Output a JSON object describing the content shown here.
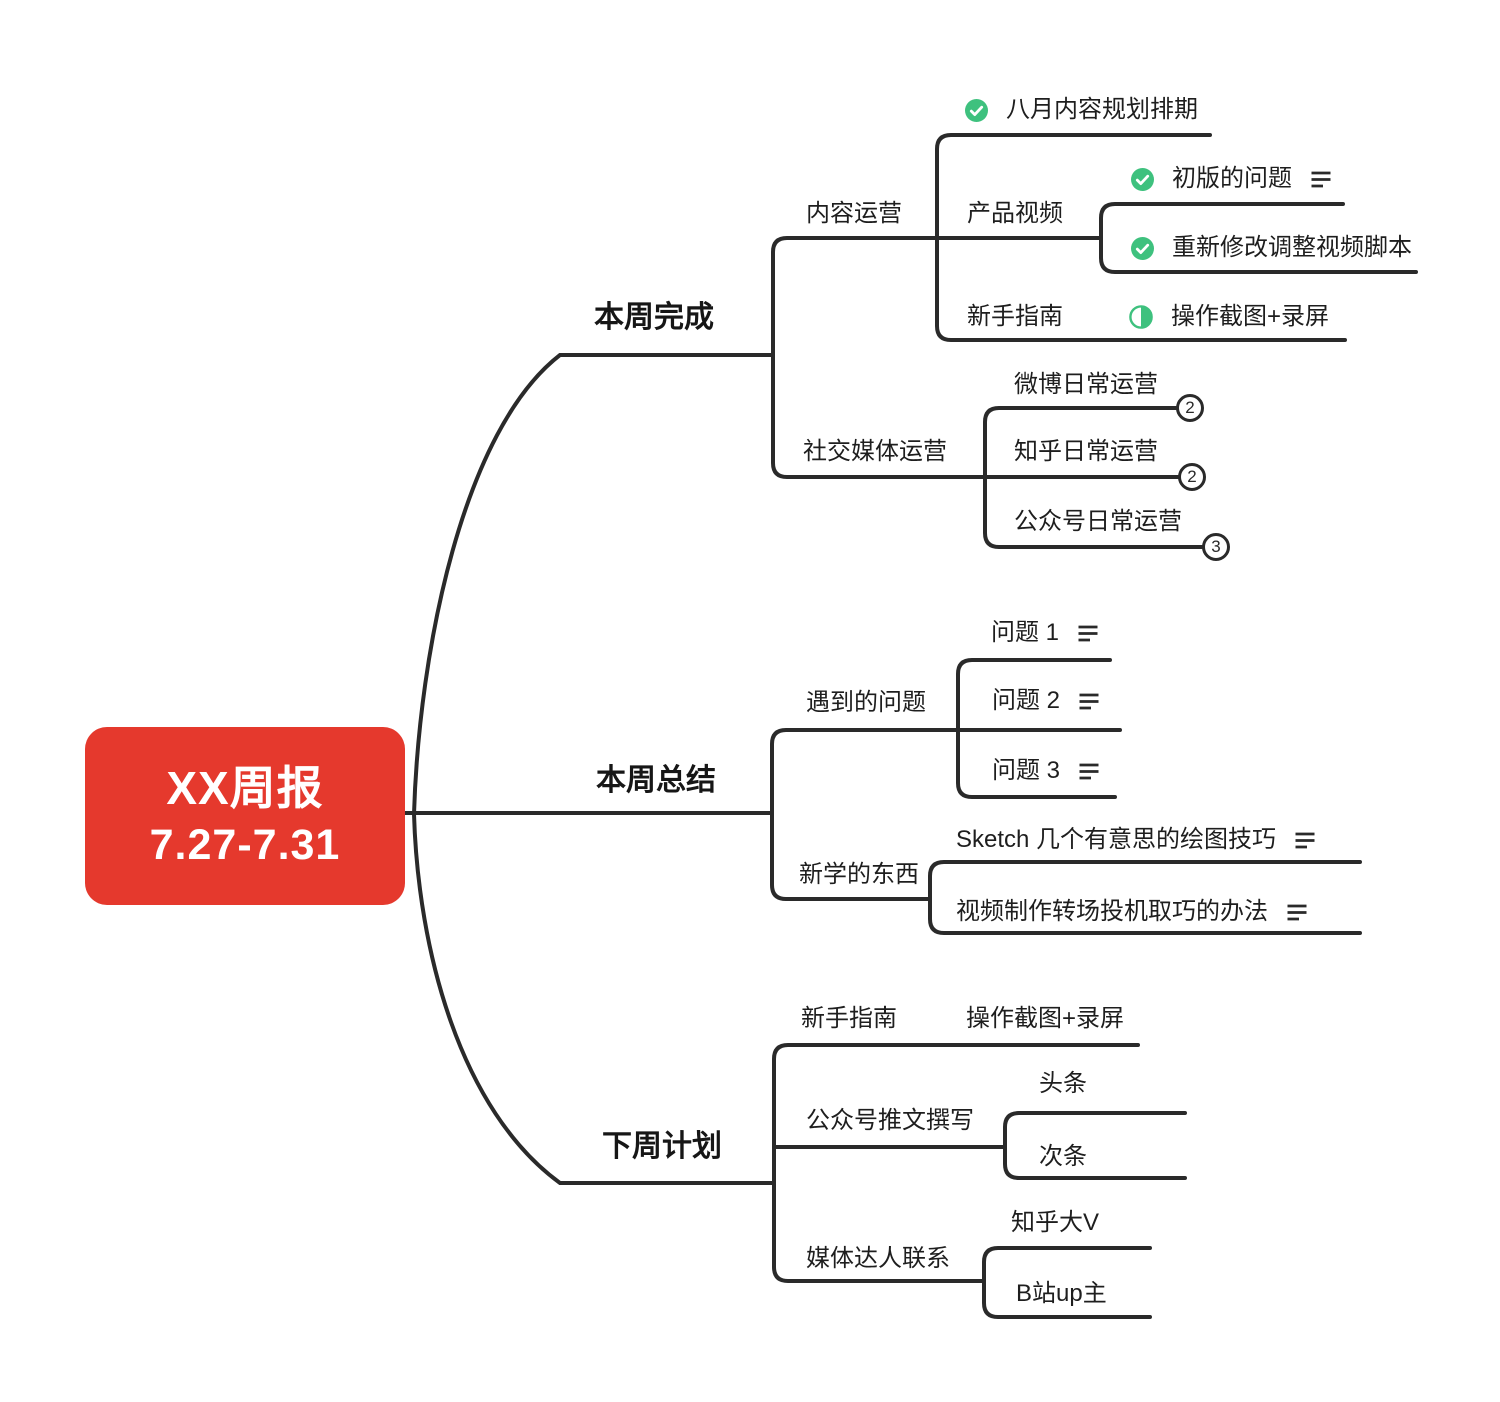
{
  "root": {
    "title": "XX周报",
    "subtitle": "7.27-7.31"
  },
  "branches": [
    {
      "label": "本周完成",
      "children": [
        {
          "label": "内容运营",
          "children": [
            {
              "label": "八月内容规划排期",
              "icon": "check-icon"
            },
            {
              "label": "产品视频",
              "children": [
                {
                  "label": "初版的问题",
                  "icon": "check-icon",
                  "has_notes": true
                },
                {
                  "label": "重新修改调整视频脚本",
                  "icon": "check-icon"
                }
              ]
            },
            {
              "label": "新手指南",
              "children": [
                {
                  "label": "操作截图+录屏",
                  "icon": "progress-half-icon"
                }
              ]
            }
          ]
        },
        {
          "label": "社交媒体运营",
          "children": [
            {
              "label": "微博日常运营",
              "badge": "2"
            },
            {
              "label": "知乎日常运营",
              "badge": "2"
            },
            {
              "label": "公众号日常运营",
              "badge": "3"
            }
          ]
        }
      ]
    },
    {
      "label": "本周总结",
      "children": [
        {
          "label": "遇到的问题",
          "children": [
            {
              "label": "问题 1",
              "has_notes": true
            },
            {
              "label": "问题 2",
              "has_notes": true
            },
            {
              "label": "问题 3",
              "has_notes": true
            }
          ]
        },
        {
          "label": "新学的东西",
          "children": [
            {
              "label": "Sketch 几个有意思的绘图技巧",
              "has_notes": true
            },
            {
              "label": "视频制作转场投机取巧的办法",
              "has_notes": true
            }
          ]
        }
      ]
    },
    {
      "label": "下周计划",
      "children": [
        {
          "label": "新手指南",
          "children": [
            {
              "label": "操作截图+录屏"
            }
          ]
        },
        {
          "label": "公众号推文撰写",
          "children": [
            {
              "label": "头条"
            },
            {
              "label": "次条"
            }
          ]
        },
        {
          "label": "媒体达人联系",
          "children": [
            {
              "label": "知乎大V"
            },
            {
              "label": "B站up主"
            }
          ]
        }
      ]
    }
  ],
  "icons": {
    "check-icon": "✓",
    "progress-half-icon": "◑",
    "notes-icon": "≡"
  },
  "colors": {
    "root_bg": "#e5392d",
    "root_text": "#ffffff",
    "task_green": "#3ec17e",
    "line": "#2a2a2a",
    "text": "#1e1e1e"
  }
}
